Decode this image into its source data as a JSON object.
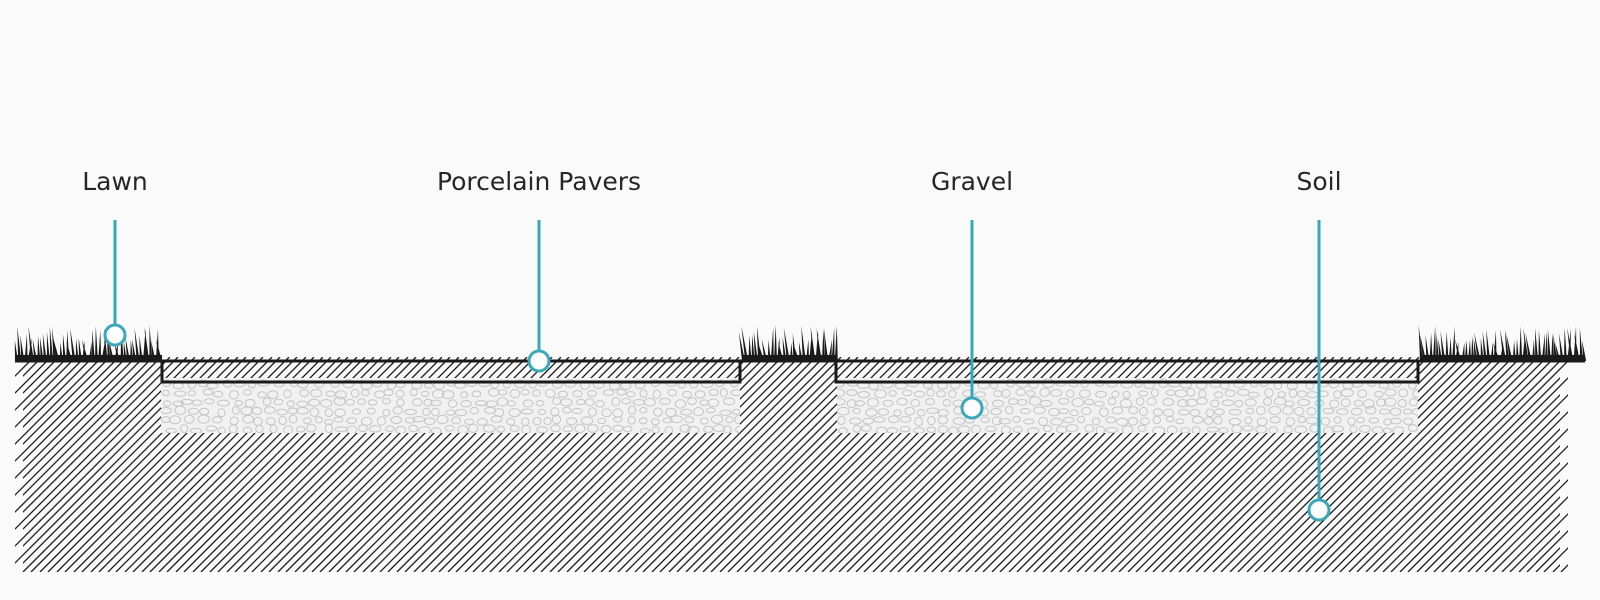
{
  "labels": {
    "lawn": "Lawn",
    "pavers": "Porcelain Pavers",
    "gravel": "Gravel",
    "soil": "Soil"
  },
  "colors": {
    "background": "#fafafa",
    "accent": "#39a8b8",
    "line": "#1a1a1a",
    "gravel_fill": "#f1f1f1",
    "gravel_stone": "#c4c4c4",
    "grass": "#1a1a1a"
  }
}
